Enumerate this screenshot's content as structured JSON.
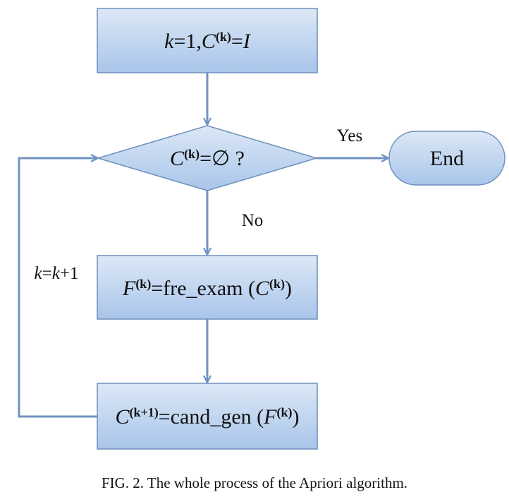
{
  "diagram": {
    "init": {
      "k": "k",
      "eq1": "=1,",
      "c": "C",
      "sup": "(k)",
      "eq2": "=",
      "set": "I"
    },
    "decision": {
      "c": "C",
      "sup": "(k)",
      "rest": "=∅ ?"
    },
    "end": {
      "label": "End"
    },
    "fre": {
      "f": "F",
      "sup": "(k)",
      "mid": "=fre_exam (",
      "c": "C",
      "sup2": "(k)",
      "close": ")"
    },
    "cand": {
      "c": "C",
      "sup": "(k+1)",
      "mid": "=cand_gen (",
      "f": "F",
      "sup2": "(k)",
      "close": ")"
    },
    "edges": {
      "yes": "Yes",
      "no": "No",
      "loop_k1": "k",
      "loop_eq": "=",
      "loop_k2": "k",
      "loop_plus": "+1"
    },
    "colors": {
      "box_top": "#dce8f6",
      "box_bottom": "#a9c5ea",
      "stroke": "#6d8fbc",
      "arrow": "#6f93c2"
    }
  },
  "caption": "FIG. 2.  The whole process of the Apriori algorithm."
}
